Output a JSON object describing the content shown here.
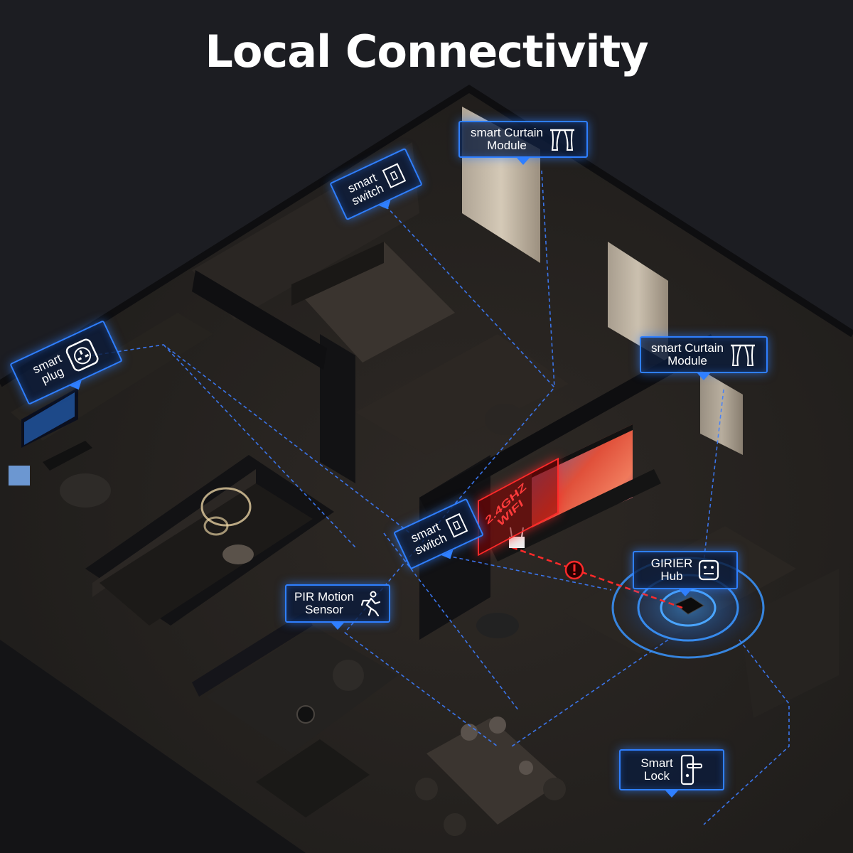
{
  "title": "Local Connectivity",
  "labels": {
    "curtain_top": "smart Curtain\nModule",
    "curtain_right": "smart Curtain\nModule",
    "switch_top": "smart\nswitch",
    "switch_middle": "smart\nswitch",
    "plug": "smart\nplug",
    "pir": "PIR Motion\nSensor",
    "hub": "GIRIER\nHub",
    "lock": "Smart\nLock"
  },
  "wifi_badge": "2.4GHZ\nWIFI",
  "colors": {
    "accent": "#2f7fff",
    "warning": "#ff2a2a",
    "background": "#1c1d22"
  },
  "icons": [
    "curtain-icon",
    "switch-icon",
    "plug-socket-icon",
    "running-person-icon",
    "hub-icon",
    "door-lock-icon",
    "warning-icon",
    "router-icon"
  ]
}
